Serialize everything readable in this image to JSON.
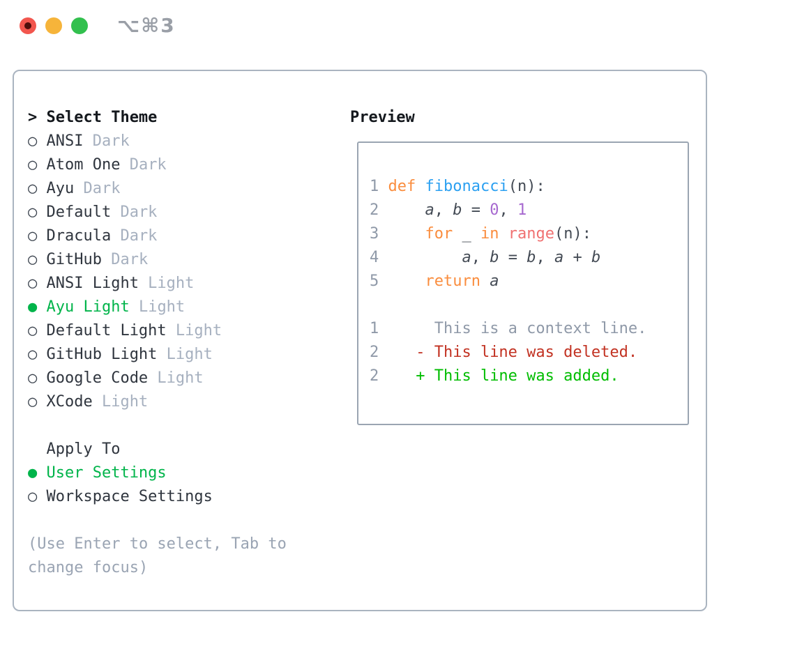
{
  "titlebar": {
    "shortcut": "⌥⌘3",
    "buttons": [
      "close",
      "minimize",
      "zoom"
    ]
  },
  "theme_picker": {
    "prompt_marker": ">",
    "title": "Select Theme",
    "items": [
      {
        "label": "ANSI",
        "variant": "Dark",
        "selected": false
      },
      {
        "label": "Atom One",
        "variant": "Dark",
        "selected": false
      },
      {
        "label": "Ayu",
        "variant": "Dark",
        "selected": false
      },
      {
        "label": "Default",
        "variant": "Dark",
        "selected": false
      },
      {
        "label": "Dracula",
        "variant": "Dark",
        "selected": false
      },
      {
        "label": "GitHub",
        "variant": "Dark",
        "selected": false
      },
      {
        "label": "ANSI Light",
        "variant": "Light",
        "selected": false
      },
      {
        "label": "Ayu Light",
        "variant": "Light",
        "selected": true
      },
      {
        "label": "Default Light",
        "variant": "Light",
        "selected": false
      },
      {
        "label": "GitHub Light",
        "variant": "Light",
        "selected": false
      },
      {
        "label": "Google Code",
        "variant": "Light",
        "selected": false
      },
      {
        "label": "XCode",
        "variant": "Light",
        "selected": false
      }
    ],
    "apply_to": {
      "title": "Apply To",
      "options": [
        {
          "label": "User Settings",
          "selected": true
        },
        {
          "label": "Workspace Settings",
          "selected": false
        }
      ]
    },
    "hint_lines": [
      "(Use Enter to select, Tab to",
      "change focus)"
    ]
  },
  "preview": {
    "title": "Preview",
    "lines": [
      {
        "segments": [
          {
            "t": "1 ",
            "c": "gutter"
          },
          {
            "t": "def",
            "c": "kw"
          },
          {
            "t": " ",
            "c": "fg"
          },
          {
            "t": "fibonacci",
            "c": "fn"
          },
          {
            "t": "(n):",
            "c": "fg"
          }
        ]
      },
      {
        "segments": [
          {
            "t": "2 ",
            "c": "gutter"
          },
          {
            "t": "    ",
            "c": "fg"
          },
          {
            "t": "a",
            "c": "var"
          },
          {
            "t": ", ",
            "c": "fg"
          },
          {
            "t": "b",
            "c": "var"
          },
          {
            "t": " = ",
            "c": "fg"
          },
          {
            "t": "0",
            "c": "num"
          },
          {
            "t": ", ",
            "c": "fg"
          },
          {
            "t": "1",
            "c": "num"
          }
        ]
      },
      {
        "segments": [
          {
            "t": "3 ",
            "c": "gutter"
          },
          {
            "t": "    ",
            "c": "fg"
          },
          {
            "t": "for",
            "c": "kw"
          },
          {
            "t": " _ ",
            "c": "fg"
          },
          {
            "t": "in",
            "c": "kw"
          },
          {
            "t": " ",
            "c": "fg"
          },
          {
            "t": "range",
            "c": "call"
          },
          {
            "t": "(n):",
            "c": "fg"
          }
        ]
      },
      {
        "segments": [
          {
            "t": "4 ",
            "c": "gutter"
          },
          {
            "t": "        ",
            "c": "fg"
          },
          {
            "t": "a",
            "c": "var"
          },
          {
            "t": ", ",
            "c": "fg"
          },
          {
            "t": "b",
            "c": "var"
          },
          {
            "t": " = ",
            "c": "fg"
          },
          {
            "t": "b",
            "c": "var"
          },
          {
            "t": ", ",
            "c": "fg"
          },
          {
            "t": "a",
            "c": "var"
          },
          {
            "t": " + ",
            "c": "fg"
          },
          {
            "t": "b",
            "c": "var"
          }
        ]
      },
      {
        "segments": [
          {
            "t": "5 ",
            "c": "gutter"
          },
          {
            "t": "    ",
            "c": "fg"
          },
          {
            "t": "return",
            "c": "kw"
          },
          {
            "t": " ",
            "c": "fg"
          },
          {
            "t": "a",
            "c": "var"
          }
        ]
      },
      {
        "segments": []
      },
      {
        "segments": [
          {
            "t": "1",
            "c": "gutter"
          },
          {
            "t": "      This is a context line.",
            "c": "ctx"
          }
        ]
      },
      {
        "segments": [
          {
            "t": "2",
            "c": "gutter"
          },
          {
            "t": "    - This line was deleted.",
            "c": "del"
          }
        ]
      },
      {
        "segments": [
          {
            "t": "2",
            "c": "gutter"
          },
          {
            "t": "    + This line was added.",
            "c": "add"
          }
        ]
      }
    ]
  },
  "icons": {
    "radio_selected_glyph": "●",
    "radio_unselected_glyph": "○"
  },
  "colors": {
    "ui_selected_green": "#00b44a",
    "added_green": "#00bd00",
    "deleted_red": "#c23222",
    "keyword_orange": "#fa8d3e",
    "function_blue": "#2ba0f1",
    "builtin_coral": "#f07171",
    "number_purple": "#a668cf",
    "text_dark": "#2f353e",
    "code_fg": "#444b55",
    "muted_suffix_gray": "#a6b0bf",
    "hint_gray": "#9aa4b3",
    "gutter_gray": "#8f99a8",
    "window_border": "#aab4c0",
    "preview_border": "#9aa5b2",
    "shortcut_gray": "#9a9fa7",
    "traffic_red": "#f2564e",
    "traffic_red_dot": "#4f0e0b",
    "traffic_yellow": "#f6b43a",
    "traffic_green": "#32c04e"
  }
}
